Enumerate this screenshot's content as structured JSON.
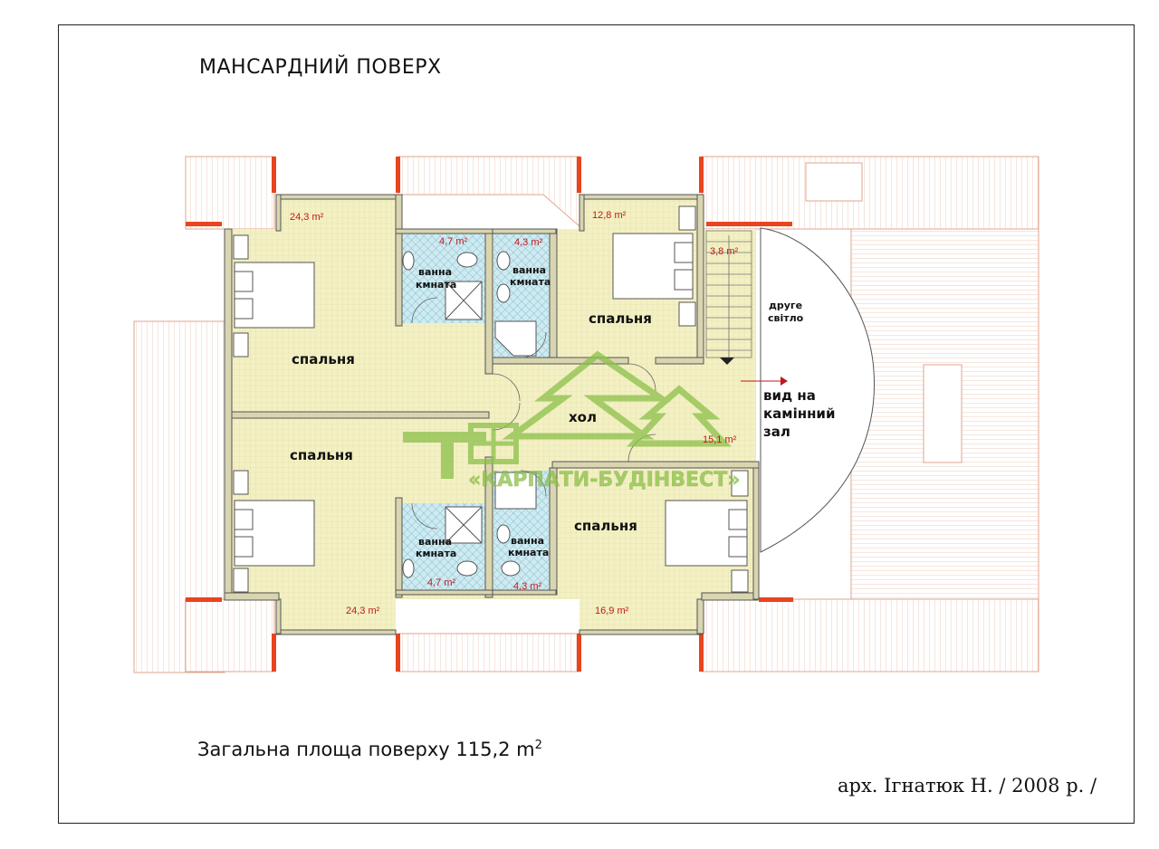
{
  "title": "МАНСАРДНИЙ ПОВЕРХ",
  "total_area": {
    "label": "Загальна площа поверху  115,2 m",
    "sup": "2"
  },
  "author": "арх. Ігнатюк Н. / 2008 р. /",
  "rooms": {
    "bedroom_tl": {
      "name": "спальня",
      "area": "24,3 m²"
    },
    "bedroom_bl": {
      "name": "спальня",
      "area": "24,3 m²"
    },
    "bedroom_tr": {
      "name": "спальня",
      "area": "12,8 m²"
    },
    "bedroom_br": {
      "name": "спальня",
      "area": "16,9 m²"
    },
    "bath_tl": {
      "name1": "ванна",
      "name2": "кмната",
      "area": "4,7 m²"
    },
    "bath_tr": {
      "name1": "ванна",
      "name2": "кмната",
      "area": "4,3 m²"
    },
    "bath_bl": {
      "name1": "ванна",
      "name2": "кмната",
      "area": "4,7 m²"
    },
    "bath_br": {
      "name1": "ванна",
      "name2": "кмната",
      "area": "4,3 m²"
    },
    "hall": {
      "name": "хол",
      "area": "15,1 m²"
    },
    "stairs": {
      "area": "3,8 m²"
    }
  },
  "notes": {
    "second_light_1": "друге",
    "second_light_2": "світло",
    "view_1": "вид на",
    "view_2": "камінний",
    "view_3": "зал"
  },
  "watermark": {
    "text": "«КАРПАТИ-БУДІНВЕСТ»",
    "color": "#8cc04a"
  },
  "colors": {
    "wall": "#c8c8a8",
    "floor": "#f3f0c4",
    "tile": "#bfe3ec",
    "roof_line": "#e0a58c",
    "accent": "#e8441f",
    "area_text": "#c0191b"
  }
}
